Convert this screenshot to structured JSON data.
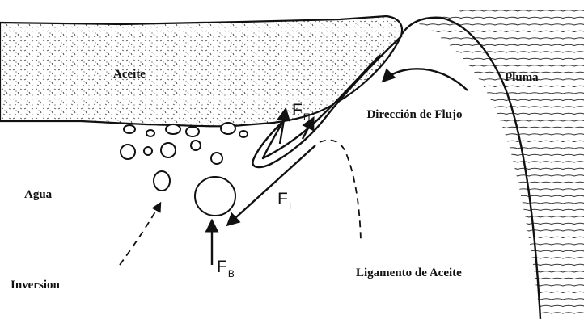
{
  "labels": {
    "oil": "Aceite",
    "plume": "Pluma",
    "flow_direction": "Dirección de Flujo",
    "water": "Agua",
    "inversion": "Inversion",
    "oil_ligament": "Ligamento de Aceite"
  },
  "forces": {
    "f_pi": {
      "main": "F",
      "sub": "Π"
    },
    "f_i": {
      "main": "F",
      "sub": "I"
    },
    "f_b": {
      "main": "F",
      "sub": "B"
    }
  },
  "colors": {
    "ink": "#111111",
    "background": "#ffffff"
  }
}
